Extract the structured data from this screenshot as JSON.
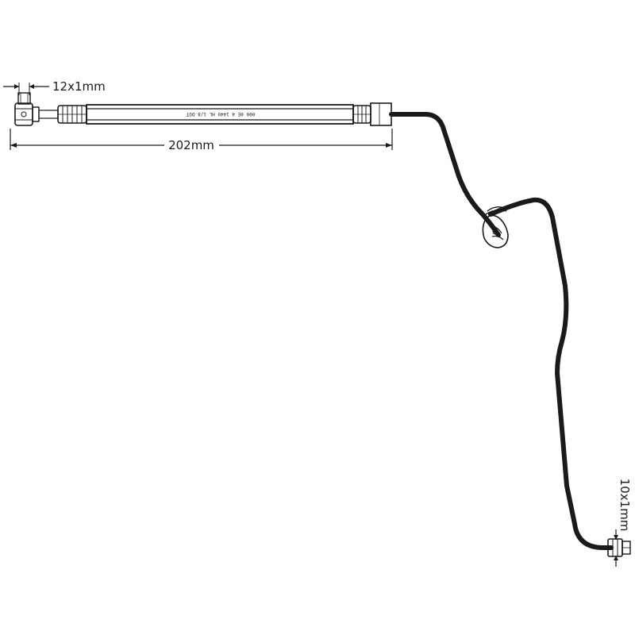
{
  "dimensions": {
    "thread_left": "12x1mm",
    "length": "202mm",
    "thread_right": "10x1mm"
  },
  "hose_marking": "000 0E 4 1440 HL 1/8 DOT"
}
